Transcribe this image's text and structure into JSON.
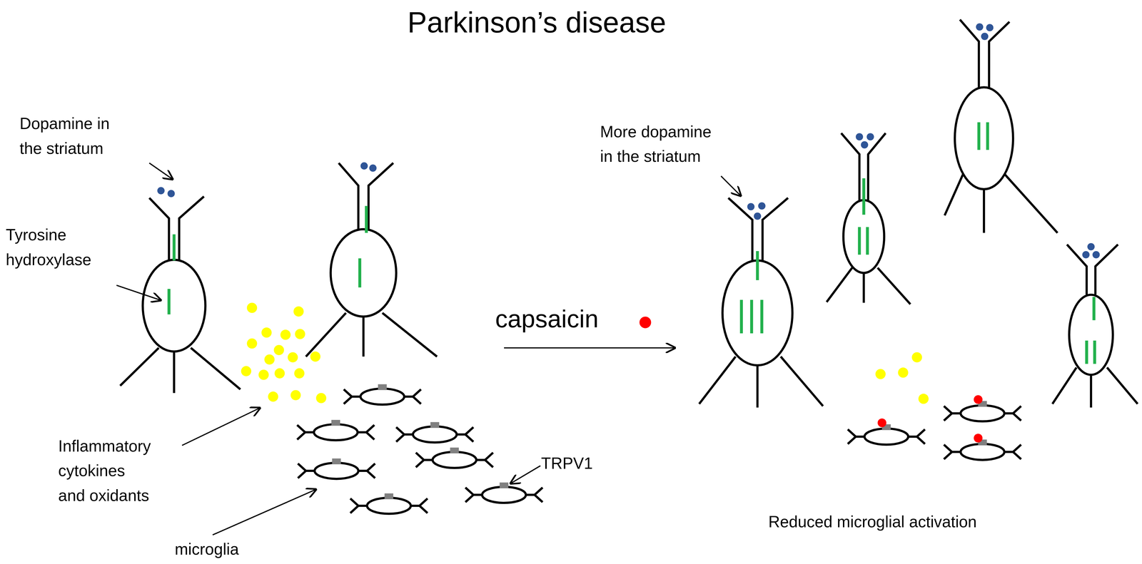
{
  "diagram": {
    "title": "Parkinson’s disease",
    "labels": [
      "Dopamine in the striatum",
      "Tyrosine hydroxylase",
      "Inflammatory cytokines and oxidants",
      "microglia",
      "TRPV1",
      "capsaicin",
      "More dopamine in the striatum",
      "Reduced microglial activation"
    ]
  }
}
